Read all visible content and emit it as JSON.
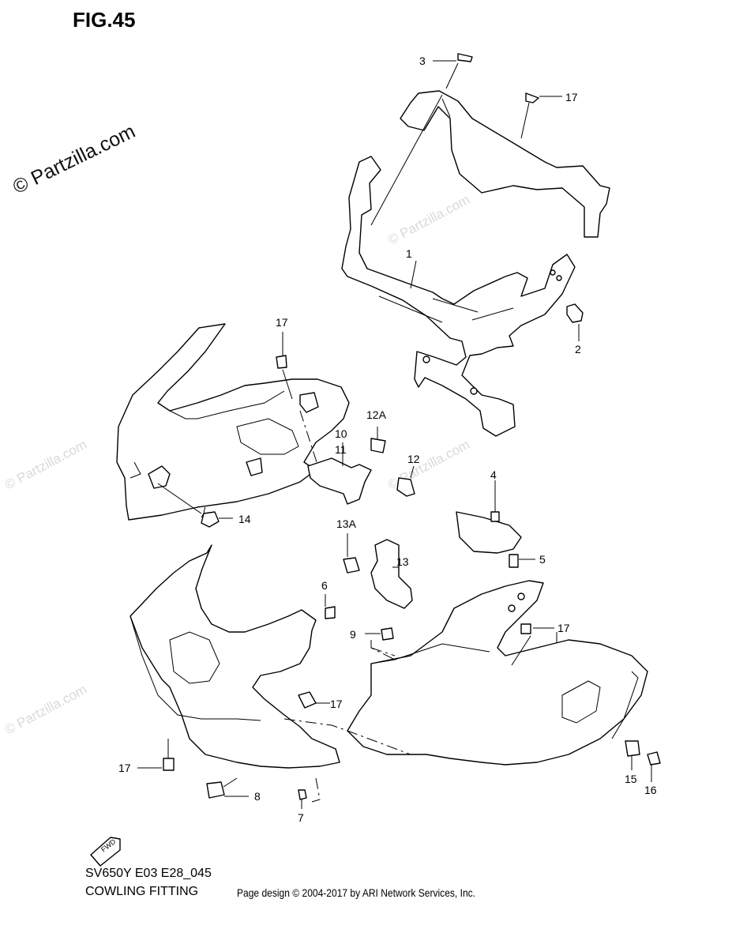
{
  "figure": {
    "title": "FIG.45",
    "code": "SV650Y E03 E28_045",
    "name": "COWLING FITTING",
    "credit": "Page design © 2004-2017 by ARI Network Services, Inc.",
    "watermark": "© Partzilla.com",
    "fwd_badge": "FWD"
  },
  "parts": [
    {
      "id": "p3",
      "label": "3"
    },
    {
      "id": "p17a",
      "label": "17"
    },
    {
      "id": "p1",
      "label": "1"
    },
    {
      "id": "p2",
      "label": "2"
    },
    {
      "id": "p17b",
      "label": "17"
    },
    {
      "id": "p12a",
      "label": "12A"
    },
    {
      "id": "p10",
      "label": "10"
    },
    {
      "id": "p11",
      "label": "11"
    },
    {
      "id": "p12",
      "label": "12"
    },
    {
      "id": "p14",
      "label": "14"
    },
    {
      "id": "p4",
      "label": "4"
    },
    {
      "id": "p13a",
      "label": "13A"
    },
    {
      "id": "p5",
      "label": "5"
    },
    {
      "id": "p13",
      "label": "13"
    },
    {
      "id": "p6",
      "label": "6"
    },
    {
      "id": "p9",
      "label": "9"
    },
    {
      "id": "p17c",
      "label": "17"
    },
    {
      "id": "p17d",
      "label": "17"
    },
    {
      "id": "p17e",
      "label": "17"
    },
    {
      "id": "p8",
      "label": "8"
    },
    {
      "id": "p7",
      "label": "7"
    },
    {
      "id": "p15",
      "label": "15"
    },
    {
      "id": "p16",
      "label": "16"
    }
  ]
}
